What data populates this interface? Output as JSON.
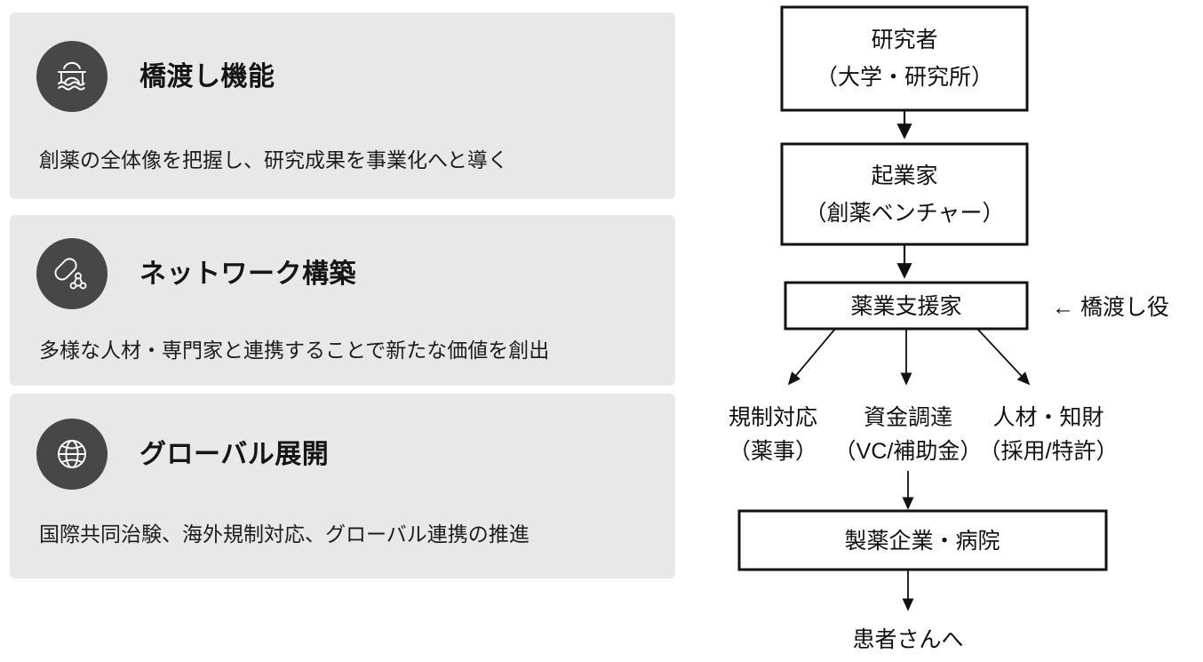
{
  "theme": {
    "card_bg": "#e8e8e8",
    "icon_circle_bg": "#474747",
    "icon_stroke": "#ffffff",
    "text_color": "#151515",
    "flow_stroke": "#111111",
    "page_bg": "#ffffff"
  },
  "cards": [
    {
      "icon": "bridge-icon",
      "title": "橋渡し機能",
      "description": "創薬の全体像を把握し、研究成果を事業化へと導く"
    },
    {
      "icon": "network-icon",
      "title": "ネットワーク構築",
      "description": "多様な人材・専門家と連携することで新たな価値を創出"
    },
    {
      "icon": "globe-icon",
      "title": "グローバル展開",
      "description": "国際共同治験、海外規制対応、グローバル連携の推進"
    }
  ],
  "flow": {
    "nodes": {
      "researcher_line1": "研究者",
      "researcher_line2": "（大学・研究所）",
      "entrepreneur_line1": "起業家",
      "entrepreneur_line2": "（創薬ベンチャー）",
      "supporter": "薬業支援家",
      "supporter_note": "← 橋渡し役",
      "branch_left_line1": "規制対応",
      "branch_left_line2": "（薬事）",
      "branch_mid_line1": "資金調達",
      "branch_mid_line2": "（VC/補助金）",
      "branch_right_line1": "人材・知財",
      "branch_right_line2": "（採用/特許）",
      "pharma": "製薬企業・病院",
      "patient": "患者さんへ"
    }
  }
}
